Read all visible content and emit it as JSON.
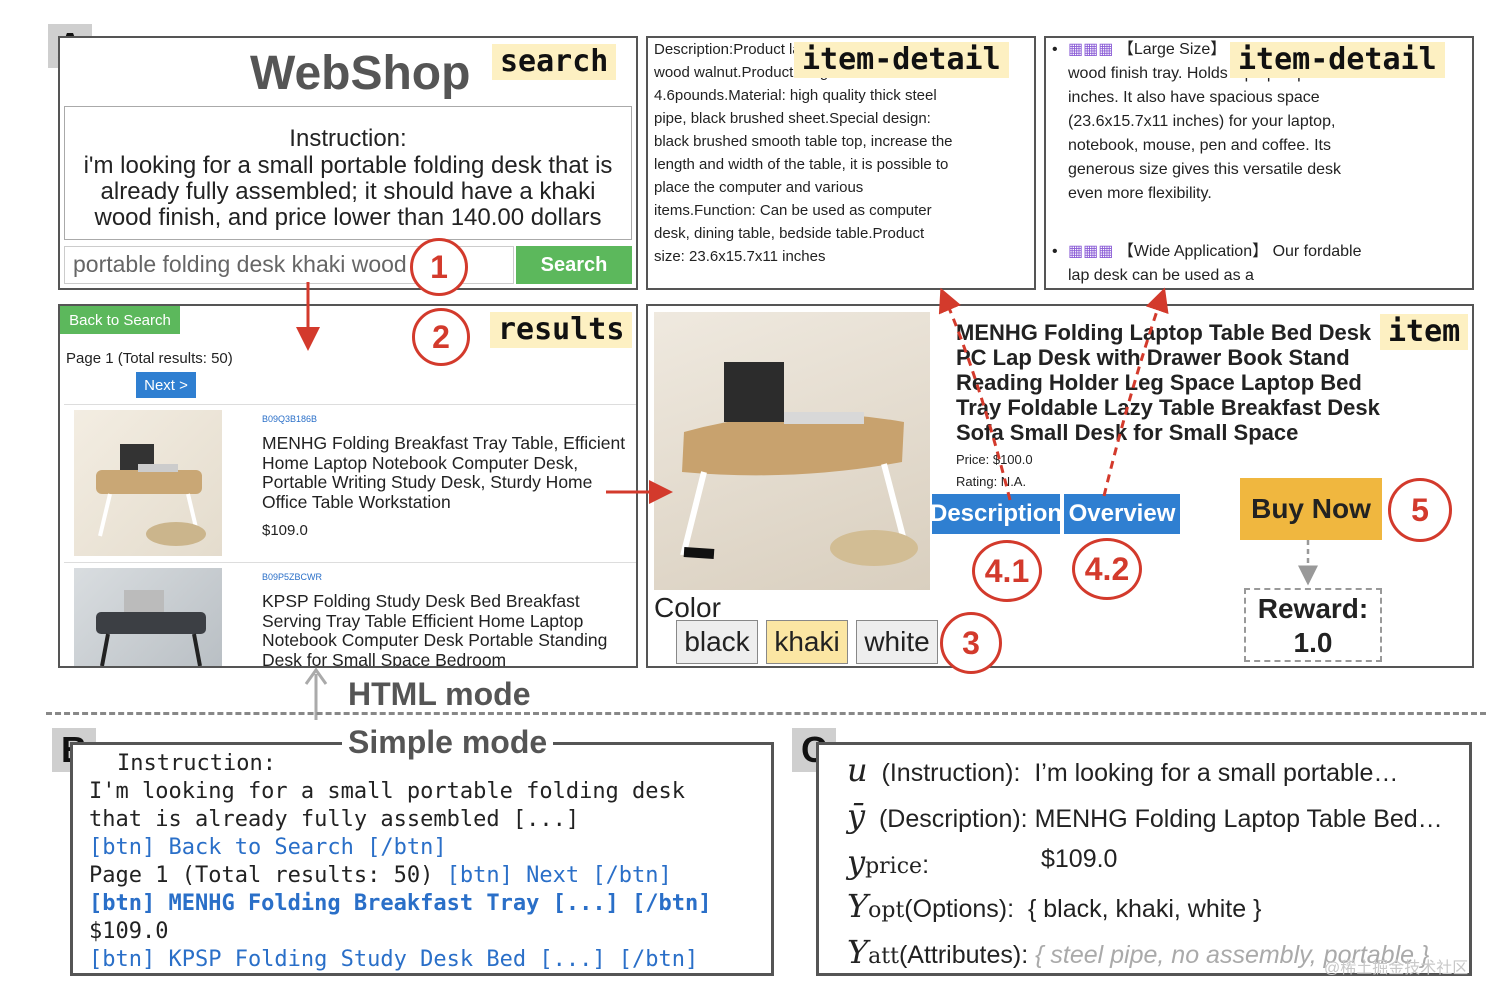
{
  "labels": {
    "a": "A",
    "b": "B",
    "c": "C"
  },
  "search": {
    "brand": "WebShop",
    "tag": "search",
    "instruction_head": "Instruction:",
    "instruction": "i'm looking for a small portable folding desk that is already fully assembled; it should have a khaki wood finish, and price lower than 140.00 dollars",
    "query": "portable folding desk khaki wood",
    "button": "Search"
  },
  "steps": {
    "s1": "1",
    "s2": "2",
    "s3": "3",
    "s41": "4.1",
    "s42": "4.2",
    "s5": "5"
  },
  "results": {
    "tag": "results",
    "back": "Back to Search",
    "page": "Page 1 (Total results: 50)",
    "next": "Next >",
    "items": [
      {
        "asin": "B09Q3B186B",
        "title": "MENHG Folding Breakfast Tray Table, Efficient Home Laptop Notebook Computer Desk, Portable Writing Study Desk, Sturdy Home Office Table Workstation",
        "price": "$109.0"
      },
      {
        "asin": "B09P5ZBCWR",
        "title": "KPSP Folding Study Desk Bed Breakfast Serving Tray Table Efficient Home Laptop Notebook Computer Desk Portable Standing Desk for Small Space Bedroom",
        "price": ""
      }
    ]
  },
  "detail1": {
    "tag": "item-detail",
    "text": "Description:Product laptop desk.Product wood walnut.Product weight: 4.6pounds.Material: high quality thick steel pipe, black brushed sheet.Special design: black brushed smooth table top, increase the length and width of the table, it is possible to place the computer and various items.Function: Can be used as computer desk, dining table, bedside table.Product size: 23.6x15.7x11 inches"
  },
  "detail2": {
    "tag": "item-detail",
    "b1_head": "【Large Size】",
    "b1": "styling with light wood finish tray. Holds laptops up to 17 inches. It also have spacious space (23.6x15.7x11 inches) for your laptop, notebook, mouse, pen and coffee. Its generous size gives this versatile desk even more flexibility.",
    "b2_head": "【Wide Application】",
    "b2": "Our fordable lap desk can be used as a"
  },
  "item": {
    "tag": "item",
    "title": "MENHG Folding Laptop Table Bed Desk PC Lap Desk with Drawer Book Stand Reading Holder Leg Space Laptop Bed Tray Foldable Lazy Table Breakfast Desk Sofa Small Desk for Small Space",
    "price": "Price: $100.0",
    "rating": "Rating: N.A.",
    "description": "Description",
    "overview": "Overview",
    "buy": "Buy Now",
    "color_label": "Color",
    "colors": [
      "black",
      "khaki",
      "white"
    ],
    "reward": "Reward:",
    "reward_value": "1.0"
  },
  "modes": {
    "html": "HTML mode",
    "simple": "Simple mode"
  },
  "simple": {
    "l1": "Instruction:",
    "l2": "I'm looking for a small portable folding desk",
    "l3": "that is already fully assembled [...]",
    "l4": "[btn] Back to Search [/btn]",
    "l5a": "Page 1 (Total results: 50)",
    "l5b": "[btn] Next [/btn]",
    "l6": "[btn] MENHG Folding Breakfast Tray [...] [/btn]",
    "l7": "$109.0",
    "l8": "[btn] KPSP Folding Study Desk Bed [...] [/btn]"
  },
  "formal": {
    "u_sym": "u",
    "u_lab": "(Instruction):",
    "u_val": "I’m looking for a small portable…",
    "y_sym": "ȳ",
    "y_lab": "(Description):",
    "y_val": "MENHG Folding Laptop Table Bed…",
    "p_sym": "y",
    "p_sub": "price",
    "p_lab": ":",
    "p_val": "$109.0",
    "o_sym": "Y",
    "o_sub": "opt",
    "o_lab": "(Options):",
    "o_val": "{ black, khaki, white }",
    "a_sym": "Y",
    "a_sub": "att",
    "a_lab": "(Attributes):",
    "a_val": "{ steel pipe, no assembly, portable }"
  },
  "watermark": "@稀土掘金技术社区",
  "colors": {
    "accent_red": "#d33a2c",
    "button_blue": "#2f7fd1",
    "search_green": "#5cb85c",
    "buy_yellow": "#f0b73f",
    "tag_yellow": "#fdf0c2"
  }
}
